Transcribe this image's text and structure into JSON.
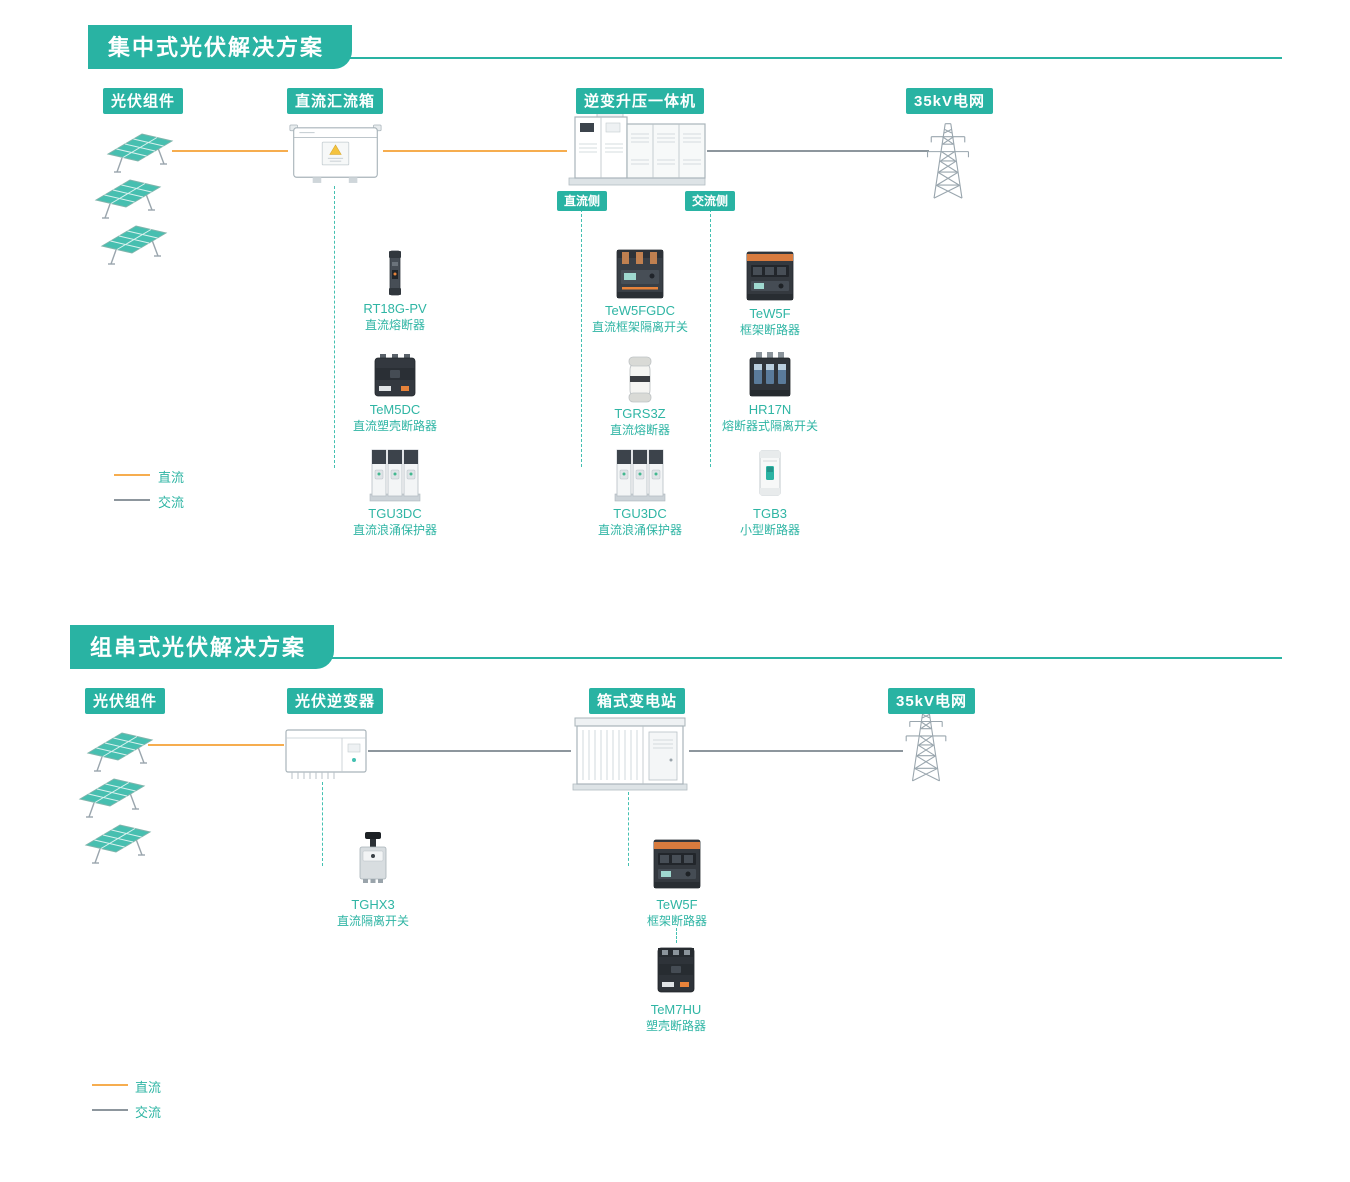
{
  "palette": {
    "teal": "#29b3a3",
    "orange": "#f6ad4f",
    "gray": "#8d969d"
  },
  "section1": {
    "title": "集中式光伏解决方案",
    "nodes": {
      "pv": "光伏组件",
      "combiner": "直流汇流箱",
      "inverter": "逆变升压一体机",
      "grid": "35kV电网"
    },
    "badges": {
      "dc": "直流侧",
      "ac": "交流侧"
    },
    "combiner_products": [
      {
        "name": "RT18G-PV",
        "desc": "直流熔断器"
      },
      {
        "name": "TeM5DC",
        "desc": "直流塑壳断路器"
      },
      {
        "name": "TGU3DC",
        "desc": "直流浪涌保护器"
      }
    ],
    "dc_products": [
      {
        "name": "TeW5FGDC",
        "desc": "直流框架隔离开关"
      },
      {
        "name": "TGRS3Z",
        "desc": "直流熔断器"
      },
      {
        "name": "TGU3DC",
        "desc": "直流浪涌保护器"
      }
    ],
    "ac_products": [
      {
        "name": "TeW5F",
        "desc": "框架断路器"
      },
      {
        "name": "HR17N",
        "desc": "熔断器式隔离开关"
      },
      {
        "name": "TGB3",
        "desc": "小型断路器"
      }
    ],
    "legend": {
      "dc": "直流",
      "ac": "交流"
    }
  },
  "section2": {
    "title": "组串式光伏解决方案",
    "nodes": {
      "pv": "光伏组件",
      "inverter": "光伏逆变器",
      "substation": "箱式变电站",
      "grid": "35kV电网"
    },
    "inverter_products": [
      {
        "name": "TGHX3",
        "desc": "直流隔离开关"
      }
    ],
    "substation_products": [
      {
        "name": "TeW5F",
        "desc": "框架断路器"
      },
      {
        "name": "TeM7HU",
        "desc": "塑壳断路器"
      }
    ],
    "legend": {
      "dc": "直流",
      "ac": "交流"
    }
  }
}
